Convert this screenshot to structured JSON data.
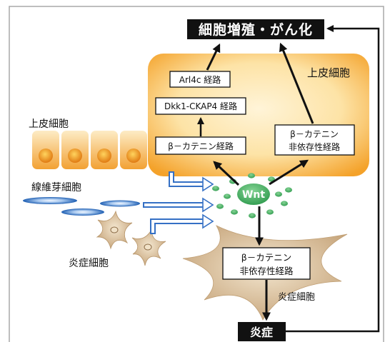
{
  "outcome": {
    "label": "細胞増殖・がん化"
  },
  "epithelial_panel": {
    "label": "上皮細胞",
    "pathways": {
      "arl4c": "Arl4c 経路",
      "dkk1_ckap4": "Dkk1-CKAP4 経路",
      "beta_catenin": "β－カテニン経路",
      "beta_catenin_independent": [
        "β－カテニン",
        "非依存性経路"
      ]
    }
  },
  "wnt": {
    "label": "Wnt"
  },
  "left_cells": {
    "epithelial_label": "上皮細胞",
    "fibroblast_label": "線維芽細胞",
    "inflammatory_label": "炎症細胞"
  },
  "inflammatory_cell": {
    "pathway": [
      "β－カテニン",
      "非依存性経路"
    ],
    "label": "炎症細胞"
  },
  "inflammation": {
    "label": "炎症"
  },
  "colors": {
    "panel_center": "#fff4d8",
    "panel_mid": "#fde3a6",
    "panel_edge": "#f4a22a",
    "cell_top": "#fdecc6",
    "cell_bottom": "#f2a133",
    "nucleus_core": "#ffd45e",
    "nucleus_edge": "#e07a12",
    "wnt_light": "#86d495",
    "wnt_dark": "#2e9a4d",
    "fibroblast_center": "#f3f8ff",
    "fibroblast_edge": "#1f5fb3",
    "hollow_arrow": "#3570c5",
    "inflammatory_light": "#f3e6cf",
    "inflammatory_dark": "#c6a47a",
    "black_box": "#111111",
    "frame": "#a8a8a8"
  }
}
